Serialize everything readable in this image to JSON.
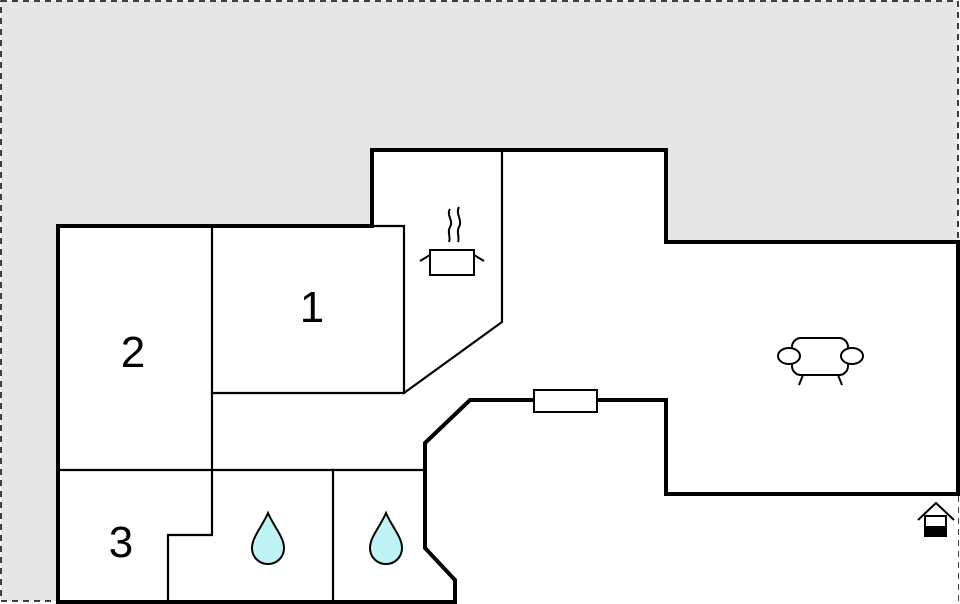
{
  "colors": {
    "plot_fill": "#e6e6e6",
    "wall": "#000000",
    "floor": "#ffffff",
    "water": "#bff4f7"
  },
  "rooms": [
    {
      "id": "room-1",
      "label": "1"
    },
    {
      "id": "room-2",
      "label": "2"
    },
    {
      "id": "room-3",
      "label": "3"
    }
  ],
  "icons": {
    "kitchen": "cooking-pot-icon",
    "living": "sofa-icon",
    "bathroom_1": "water-drop-icon",
    "bathroom_2": "water-drop-icon",
    "entrance": "house-entrance-icon",
    "radiator": "radiator-icon"
  }
}
